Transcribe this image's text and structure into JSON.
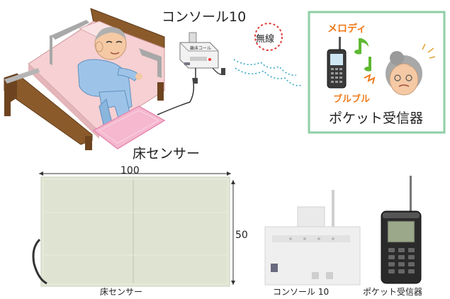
{
  "labels": {
    "console_title": "コンソール10",
    "wireless": "無線",
    "melody": "メロディ",
    "vibration": "ブルブル",
    "pocket_receiver": "ポケット受信器",
    "floor_sensor": "床センサー",
    "console_panel_text": "離床コール",
    "width_dim": "100",
    "height_dim": "50"
  },
  "captions": {
    "floor_sensor": "床センサー",
    "console": "コンソール 10",
    "pocket_receiver": "ポケット受信器"
  },
  "colors": {
    "bed_wood": "#8b5a2b",
    "mattress": "#f6d0d2",
    "floor_mat": "#f5b8cf",
    "pajama": "#9dc4e8",
    "receiver_box_border": "#8fcfa6",
    "accent_orange": "#f07a1b",
    "note_green": "#5fb832",
    "wireless_red": "#e23b3b",
    "signal_cyan": "#38a8c8"
  }
}
